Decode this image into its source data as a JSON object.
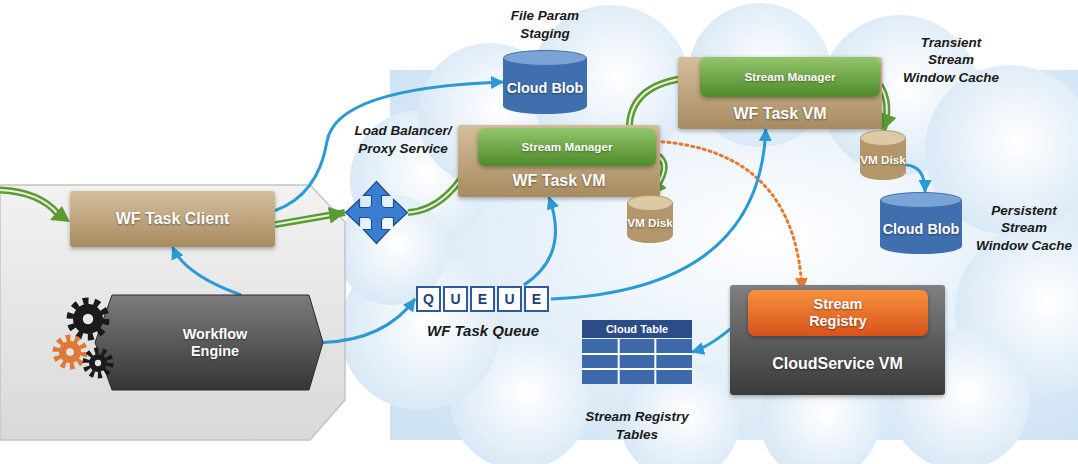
{
  "diagram": {
    "nodes": [
      {
        "text": [
          "WF Task Client"
        ]
      },
      {
        "text": [
          "Workflow Engine"
        ]
      },
      {
        "text": [
          "Load Balancer/ Proxy Service"
        ]
      },
      {
        "text": [
          "File Param Staging",
          "Cloud Blob"
        ]
      },
      {
        "text": [
          "WF Task VM"
        ]
      },
      {
        "text": [
          "Stream Manager"
        ],
        "in": 4
      },
      {
        "text": [
          "VM Disk"
        ]
      },
      {
        "text": [
          "WF Task VM"
        ]
      },
      {
        "text": [
          "Stream Manager"
        ],
        "in": 7
      },
      {
        "text": [
          "VM Disk",
          "Transient Stream Window Cache"
        ]
      },
      {
        "text": [
          "Cloud Blob",
          "Persistent Stream Window Cache"
        ]
      },
      {
        "text": [
          "Q",
          "U",
          "E",
          "U",
          "E",
          "WF Task Queue"
        ]
      },
      {
        "text": [
          "CloudService VM"
        ]
      },
      {
        "text": [
          "Stream Registry"
        ],
        "in": 12
      },
      {
        "text": [
          "Cloud Table",
          "Stream Registry Tables"
        ]
      }
    ],
    "edges": [
      {
        "from": 0,
        "to": 3,
        "arrow": "to"
      },
      {
        "from": 0,
        "to": 2,
        "arrow": "to"
      },
      {
        "from": 2,
        "to": 5,
        "arrow": "to"
      },
      {
        "from": 5,
        "to": 8,
        "arrow": "to"
      },
      {
        "from": 5,
        "to": 6,
        "arrow": "to"
      },
      {
        "from": 8,
        "to": 9,
        "arrow": "to"
      },
      {
        "from": 9,
        "to": 10,
        "arrow": "to"
      },
      {
        "from": 5,
        "to": 13,
        "arrow": "to"
      },
      {
        "from": 1,
        "to": 0,
        "arrow": "to"
      },
      {
        "from": 1,
        "to": 11,
        "arrow": "to"
      },
      {
        "from": 11,
        "to": 4,
        "arrow": "to"
      },
      {
        "from": 11,
        "to": 7,
        "arrow": "to"
      },
      {
        "from": 13,
        "to": 14,
        "arrow": "to"
      }
    ]
  }
}
